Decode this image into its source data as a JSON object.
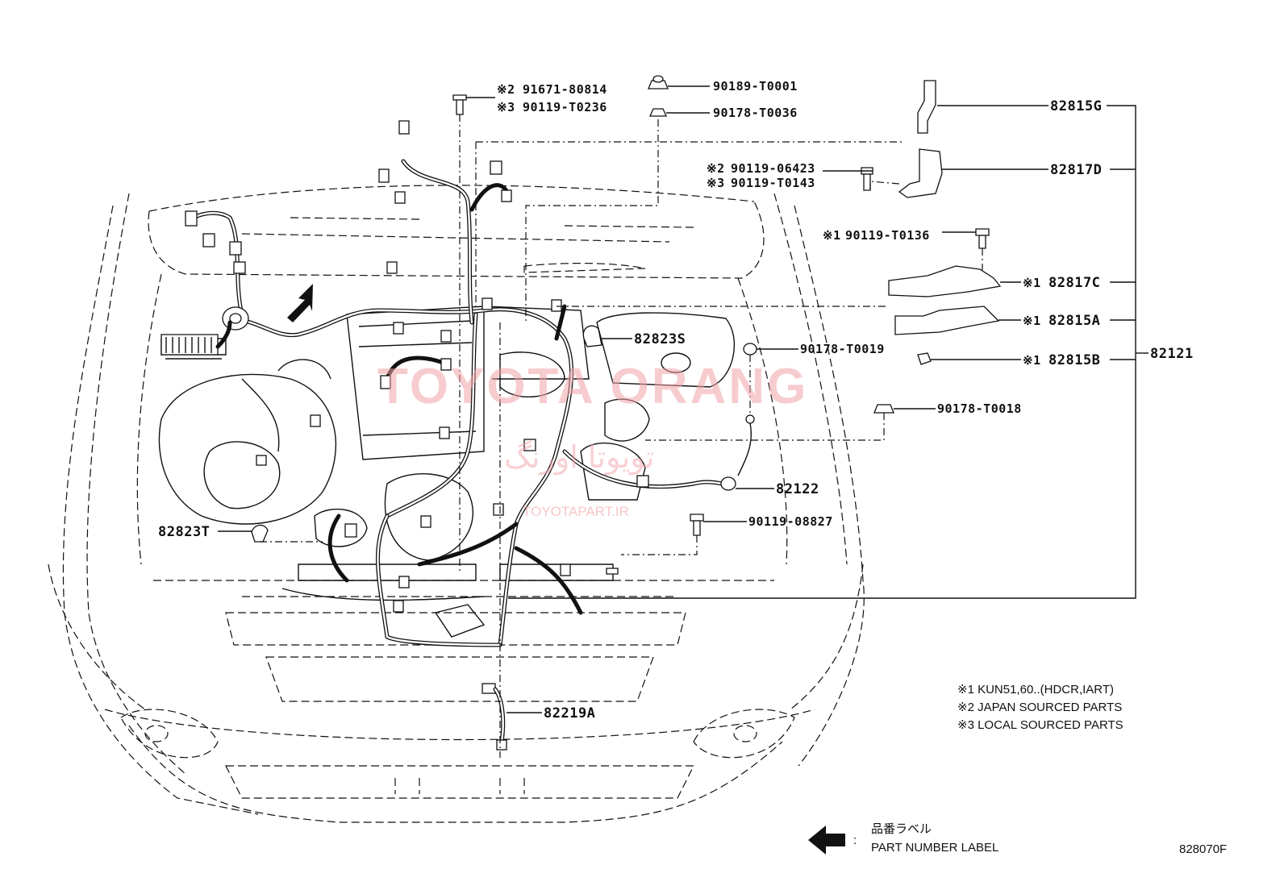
{
  "diagram": {
    "figure_code": "828070F",
    "watermark": {
      "main": "TOYOTA ORANG",
      "arabic": "تویوتا اورنگ",
      "site": "TOYOTAPART.IR"
    },
    "callouts": {
      "c1": {
        "marker": "※2",
        "part": "91671-80814"
      },
      "c2": {
        "marker": "※3",
        "part": "90119-T0236"
      },
      "c3": {
        "part": "90189-T0001"
      },
      "c4": {
        "part": "90178-T0036"
      },
      "c5": {
        "part": "82815G"
      },
      "c6": {
        "part": "82817D"
      },
      "c7": {
        "marker": "※2",
        "part": "90119-06423"
      },
      "c8": {
        "marker": "※3",
        "part": "90119-T0143"
      },
      "c9": {
        "marker": "※1",
        "part": "90119-T0136"
      },
      "c10": {
        "marker": "※1",
        "part": "82817C"
      },
      "c11": {
        "marker": "※1",
        "part": "82815A"
      },
      "c12": {
        "marker": "※1",
        "part": "82815B"
      },
      "c13": {
        "part": "82121"
      },
      "c14": {
        "part": "82823S"
      },
      "c15": {
        "part": "90178-T0019"
      },
      "c16": {
        "part": "90178-T0018"
      },
      "c17": {
        "part": "82122"
      },
      "c18": {
        "part": "90119-08827"
      },
      "c19": {
        "part": "82823T"
      },
      "c20": {
        "part": "82219A"
      }
    },
    "notes": [
      "※1 KUN51,60..(HDCR,IART)",
      "※2 JAPAN SOURCED PARTS",
      "※3 LOCAL SOURCED PARTS"
    ],
    "legend": {
      "colon": ":",
      "label_jp": "品番ラベル",
      "label_en": "PART NUMBER LABEL"
    }
  }
}
